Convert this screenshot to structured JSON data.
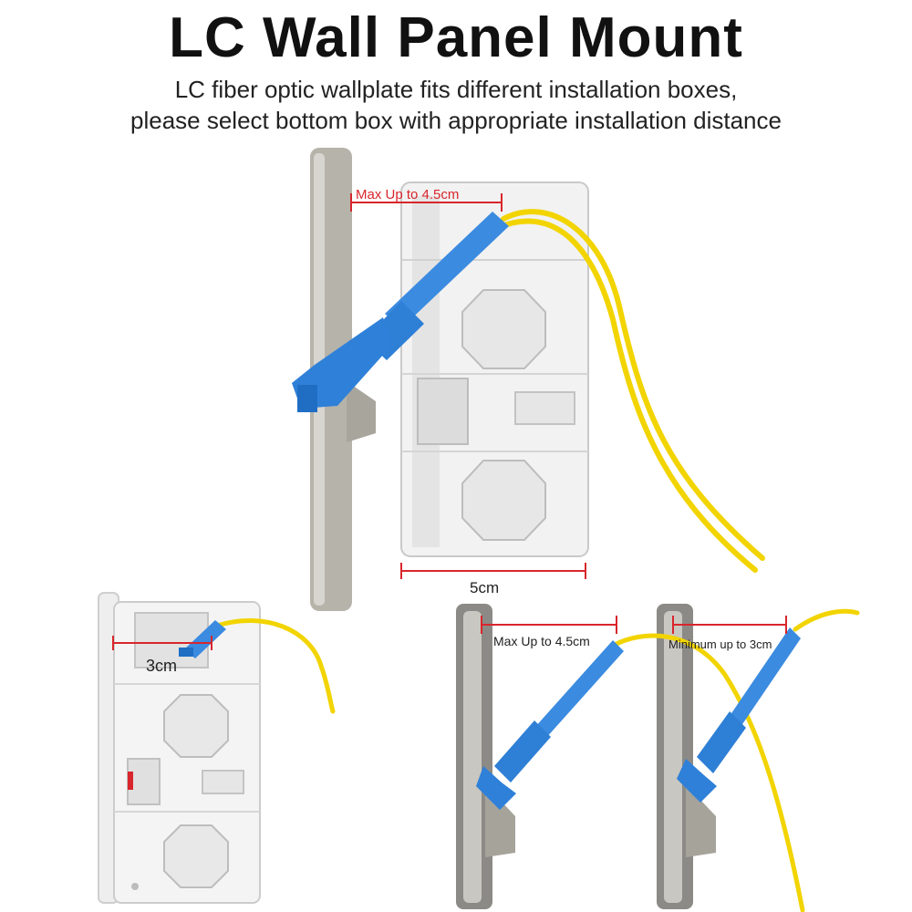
{
  "title": "LC Wall Panel Mount",
  "subtitle_line1": "LC fiber optic wallplate fits different installation boxes,",
  "subtitle_line2": "please select bottom box with appropriate installation distance",
  "labels": {
    "top_max": "Max Up to 4.5cm",
    "top_depth": "5cm",
    "bl_depth": "3cm",
    "br_max": "Max Up to 4.5cm",
    "br_min": "Minimum up to 3cm"
  },
  "colors": {
    "measure_red": "#d8262c",
    "fiber_yellow": "#f2d400",
    "connector_blue": "#2e7fd6",
    "plate_silver": "#b4b1a8",
    "box_white": "#f4f4f4"
  }
}
